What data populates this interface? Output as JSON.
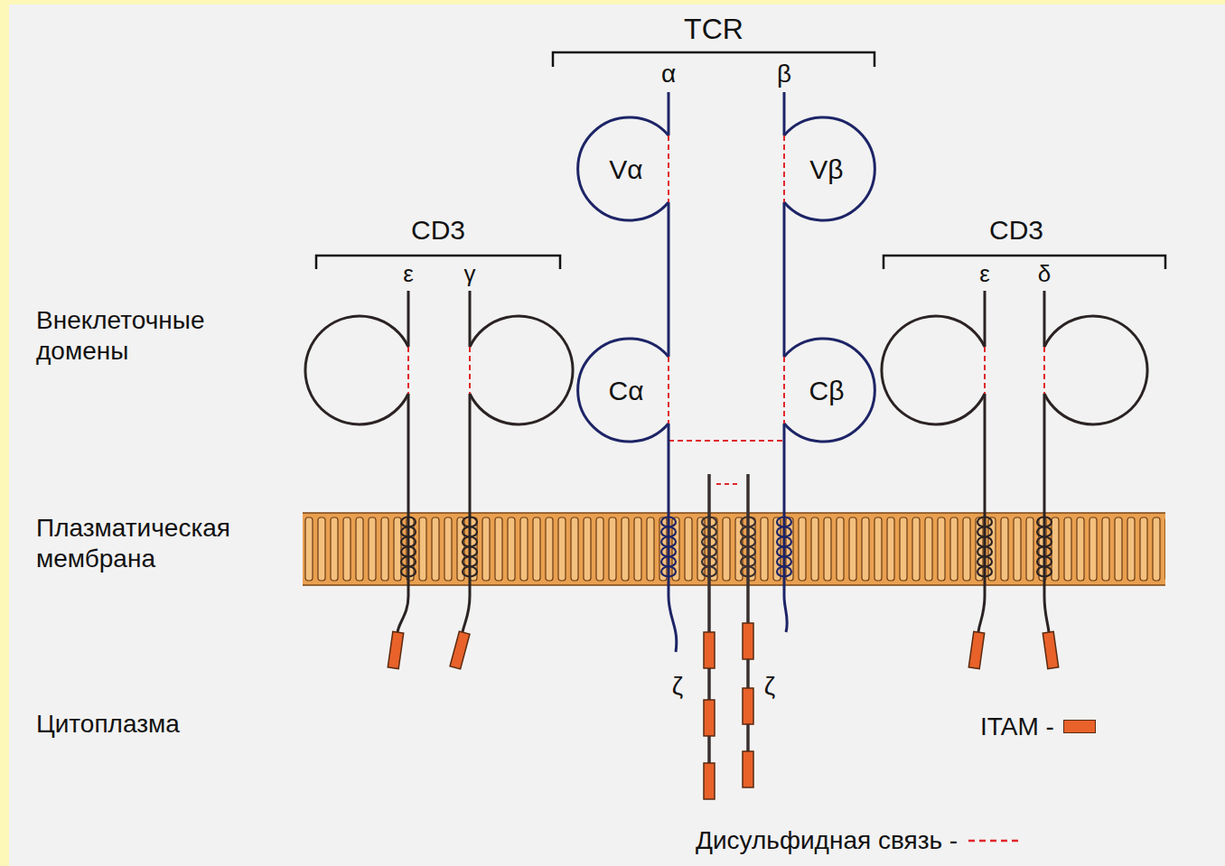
{
  "diagram": {
    "nodes": [
      {
        "text": [
          "Vα"
        ]
      },
      {
        "text": [
          "Vβ"
        ]
      },
      {
        "text": [
          "Cα"
        ]
      },
      {
        "text": [
          "Cβ"
        ]
      }
    ],
    "edges": [
      {
        "from": 0,
        "to": 2,
        "arrow": "none"
      },
      {
        "from": 1,
        "to": 3,
        "arrow": "none"
      }
    ],
    "labels": [
      "TCR",
      "α",
      "β",
      "CD3",
      "ε",
      "γ",
      "CD3",
      "ε",
      "δ",
      "Внеклеточные домены",
      "Плазматическая мембрана",
      "Цитоплазма",
      "ζ",
      "ζ"
    ],
    "legend": [
      {
        "text": "ITAM -",
        "color": "#e8622a"
      },
      {
        "text": "Дисульфидная связь -"
      }
    ]
  }
}
